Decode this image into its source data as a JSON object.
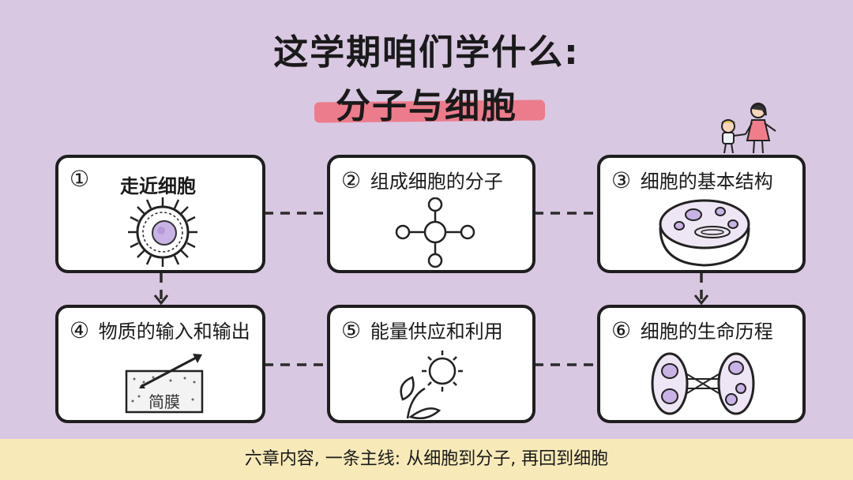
{
  "title": {
    "line1": "这学期咱们学什么:",
    "line2": "分子与细胞"
  },
  "cards": [
    {
      "num": "①",
      "label": "走近细胞"
    },
    {
      "num": "②",
      "label": "组成细胞的分子"
    },
    {
      "num": "③",
      "label": "细胞的基本结构"
    },
    {
      "num": "④",
      "label": "物质的输入和输出"
    },
    {
      "num": "⑤",
      "label": "能量供应和利用"
    },
    {
      "num": "⑥",
      "label": "细胞的生命历程"
    }
  ],
  "membrane_label": "简膜",
  "footer": "六章内容, 一条主线: 从细胞到分子, 再回到细胞",
  "colors": {
    "background": "#d9c8e2",
    "highlight": "#ee6f7b",
    "footer_band": "#f7eab8",
    "cell_purple": "#c9b3e6"
  }
}
